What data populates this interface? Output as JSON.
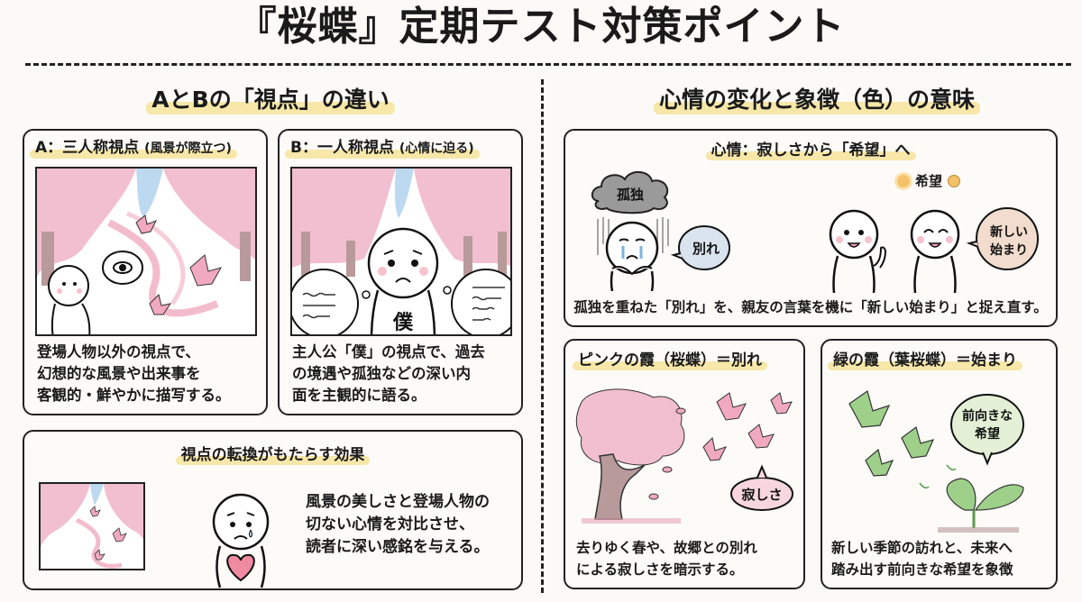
{
  "title": "『桜蝶』定期テスト対策ポイント",
  "left": {
    "section_title": "AとBの「視点」の違い",
    "panel_a": {
      "head": "A：三人称視点",
      "head_sub": "(風景が際立つ)",
      "illustration": "cherry-blossom-path-with-observer-eye",
      "body_lines": [
        "登場人物以外の視点で、",
        "幻想的な風景や出来事を",
        "客観的・鮮やかに描写する。"
      ]
    },
    "panel_b": {
      "head": "B：一人称視点",
      "head_sub": "(心情に迫る)",
      "illustration": "boku-character-under-cherry-trees",
      "character_label": "僕",
      "body_lines": [
        "主人公「僕」の視点で、過去",
        "の境遇や孤独などの深い内",
        "面を主観的に語る。"
      ]
    },
    "effect": {
      "head": "視点の転換がもたらす効果",
      "body_lines": [
        "風景の美しさと登場人物の",
        "切ない心情を対比させ、",
        "読者に深い感銘を与える。"
      ]
    }
  },
  "right": {
    "section_title": "心情の変化と象徴（色）の意味",
    "emotion": {
      "head": "心情：寂しさから「希望」へ",
      "cloud_label": "孤独",
      "sad_bubble": "別れ",
      "hope_label": "希望",
      "happy_bubble_lines": [
        "新しい",
        "始まり"
      ],
      "caption": "孤独を重ねた「別れ」を、親友の言葉を機に「新しい始まり」と捉え直す。"
    },
    "pink": {
      "head": "ピンクの霞（桜蝶）＝別れ",
      "bubble": "寂しさ",
      "body_lines": [
        "去りゆく春や、故郷との別れ",
        "による寂しさを暗示する。"
      ]
    },
    "green": {
      "head": "緑の霞（葉桜蝶）＝始まり",
      "bubble_lines": [
        "前向きな",
        "希望"
      ],
      "body_lines": [
        "新しい季節の訪れと、未来へ",
        "踏み出す前向きな希望を象徴"
      ]
    }
  },
  "colors": {
    "highlight": "#f6e4a0",
    "sakura_pink": "#f2bfd0",
    "leaf_green": "#9fd08a",
    "sky_blue": "#bcd9ef",
    "cloud_gray": "#9a9a9a",
    "sun_orange": "#f5c26b"
  }
}
